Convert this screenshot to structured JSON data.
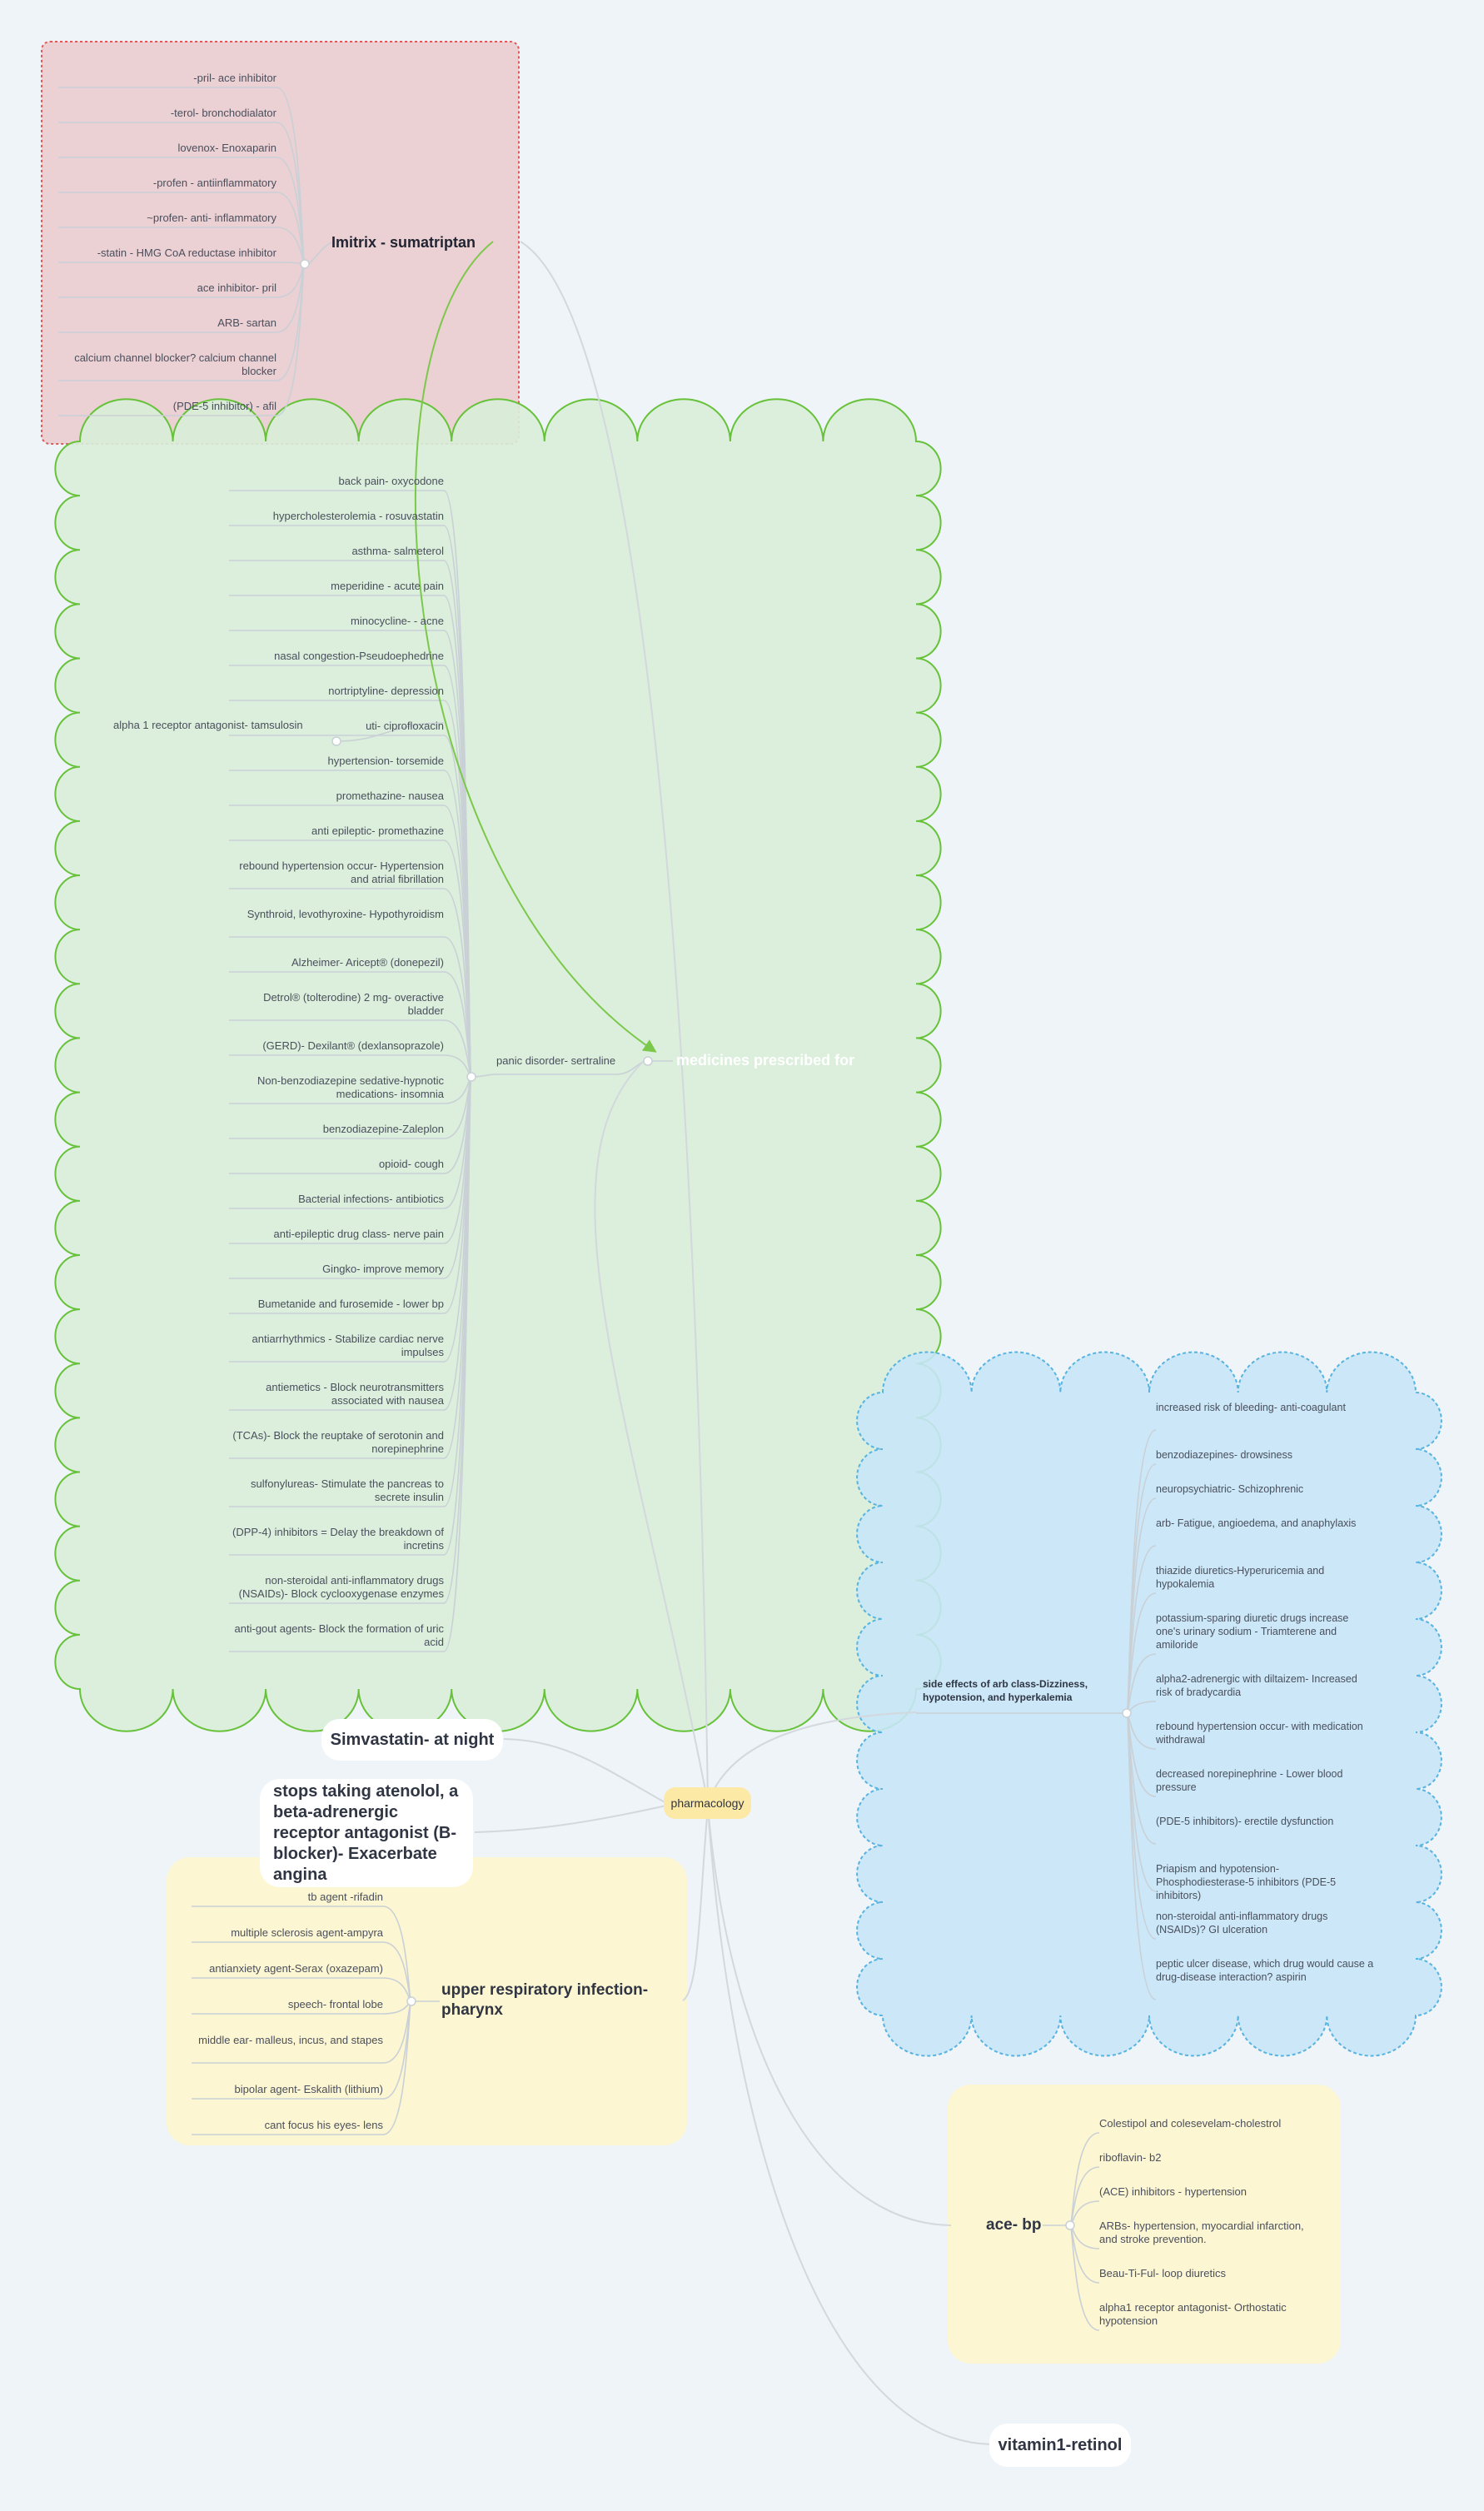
{
  "colors": {
    "background": "#eef4f7",
    "red_box": "#ebd0d4",
    "red_border": "#e05a5a",
    "green_cloud": "#d8eed8",
    "green_border": "#67c23a",
    "blue_cloud": "#c6e6f7",
    "blue_border": "#57b3e0",
    "yellow_box": "#fdf6d2",
    "root": "#fde9a6",
    "arrow": "#7cc84a",
    "line": "#c9d0d6"
  },
  "root": {
    "label": "pharmacology"
  },
  "imitrix": {
    "title": "Imitrix - sumatriptan",
    "items": [
      "-pril- ace inhibitor",
      "-terol- bronchodialator",
      "lovenox- Enoxaparin",
      "-profen - antiinflammatory",
      "~profen- anti- inflammatory",
      "-statin - HMG CoA reductase inhibitor",
      "ace inhibitor- pril",
      "ARB- sartan",
      "calcium channel blocker? calcium channel blocker",
      "(PDE-5 inhibitor) - afil"
    ]
  },
  "medicines": {
    "title": "medicines prescribed for",
    "panic": "panic disorder- sertraline",
    "uti_child": "alpha 1 receptor antagonist- tamsulosin",
    "items": [
      "back pain- oxycodone",
      "hypercholesterolemia - rosuvastatin",
      "asthma- salmeterol",
      "meperidine - acute pain",
      "minocycline- - acne",
      "nasal congestion-Pseudoephedrine",
      "nortriptyline- depression",
      "uti- ciprofloxacin",
      "hypertension- torsemide",
      "promethazine- nausea",
      "anti epileptic- promethazine",
      "rebound hypertension occur- Hypertension and atrial fibrillation",
      "Synthroid, levothyroxine- Hypothyroidism",
      "Alzheimer- Aricept®  (donepezil)",
      "Detrol®  (tolterodine) 2 mg- overactive bladder",
      "(GERD)- Dexilant®  (dexlansoprazole)",
      "Non-benzodiazepine sedative-hypnotic medications- insomnia",
      "benzodiazepine-Zaleplon",
      "opioid- cough",
      "Bacterial infections- antibiotics",
      "anti-epileptic drug class- nerve pain",
      "Gingko- improve memory",
      "Bumetanide and furosemide - lower bp",
      "antiarrhythmics - Stabilize cardiac nerve impulses",
      "antiemetics - Block neurotransmitters associated with nausea",
      "(TCAs)- Block the reuptake of serotonin and norepinephrine",
      "sulfonylureas- Stimulate the pancreas to secrete insulin",
      "(DPP-4) inhibitors = Delay the breakdown of incretins",
      "non-steroidal anti-inflammatory drugs (NSAIDs)- Block cyclooxygenase enzymes",
      "anti-gout agents- Block the formation of uric acid"
    ]
  },
  "side_effects": {
    "title": "side effects of arb class-Dizziness, hypotension, and hyperkalemia",
    "items": [
      "increased risk of bleeding- anti-coagulant",
      "benzodiazepines- drowsiness",
      "neuropsychiatric- Schizophrenic",
      "arb- Fatigue, angioedema, and anaphylaxis",
      "thiazide diuretics-Hyperuricemia and hypokalemia",
      "potassium-sparing diuretic drugs increase one's urinary sodium - Triamterene and amiloride",
      "alpha2-adrenergic with diltaizem- Increased risk of bradycardia",
      "rebound hypertension occur- with medication withdrawal",
      "decreased norepinephrine - Lower blood pressure",
      "(PDE-5 inhibitors)- erectile dysfunction",
      "Priapism and hypotension- Phosphodiesterase-5 inhibitors (PDE-5 inhibitors)",
      "non-steroidal anti-inflammatory drugs (NSAIDs)? GI ulceration",
      "peptic ulcer disease, which drug would cause a drug-disease interaction? aspirin"
    ]
  },
  "simvastatin": {
    "label": "Simvastatin- at night"
  },
  "atenolol": {
    "label": "stops taking atenolol, a beta-adrenergic receptor antagonist (B-blocker)- Exacerbate angina"
  },
  "respiratory": {
    "title": "upper respiratory infection- pharynx",
    "items": [
      "tb agent -rifadin",
      "multiple sclerosis agent-ampyra",
      "antianxiety agent-Serax (oxazepam)",
      "speech- frontal lobe",
      "middle ear- malleus, incus, and stapes",
      "bipolar agent- Eskalith (lithium)",
      "cant focus his eyes- lens"
    ]
  },
  "acebp": {
    "title": "ace- bp",
    "items": [
      "Colestipol and colesevelam-cholestrol",
      "riboflavin- b2",
      "(ACE) inhibitors - hypertension",
      "ARBs-  hypertension, myocardial infarction, and stroke prevention.",
      "Beau-Ti-Ful- loop diuretics",
      "alpha1 receptor antagonist- Orthostatic hypotension"
    ]
  },
  "vitamin": {
    "label": "vitamin1-retinol"
  }
}
